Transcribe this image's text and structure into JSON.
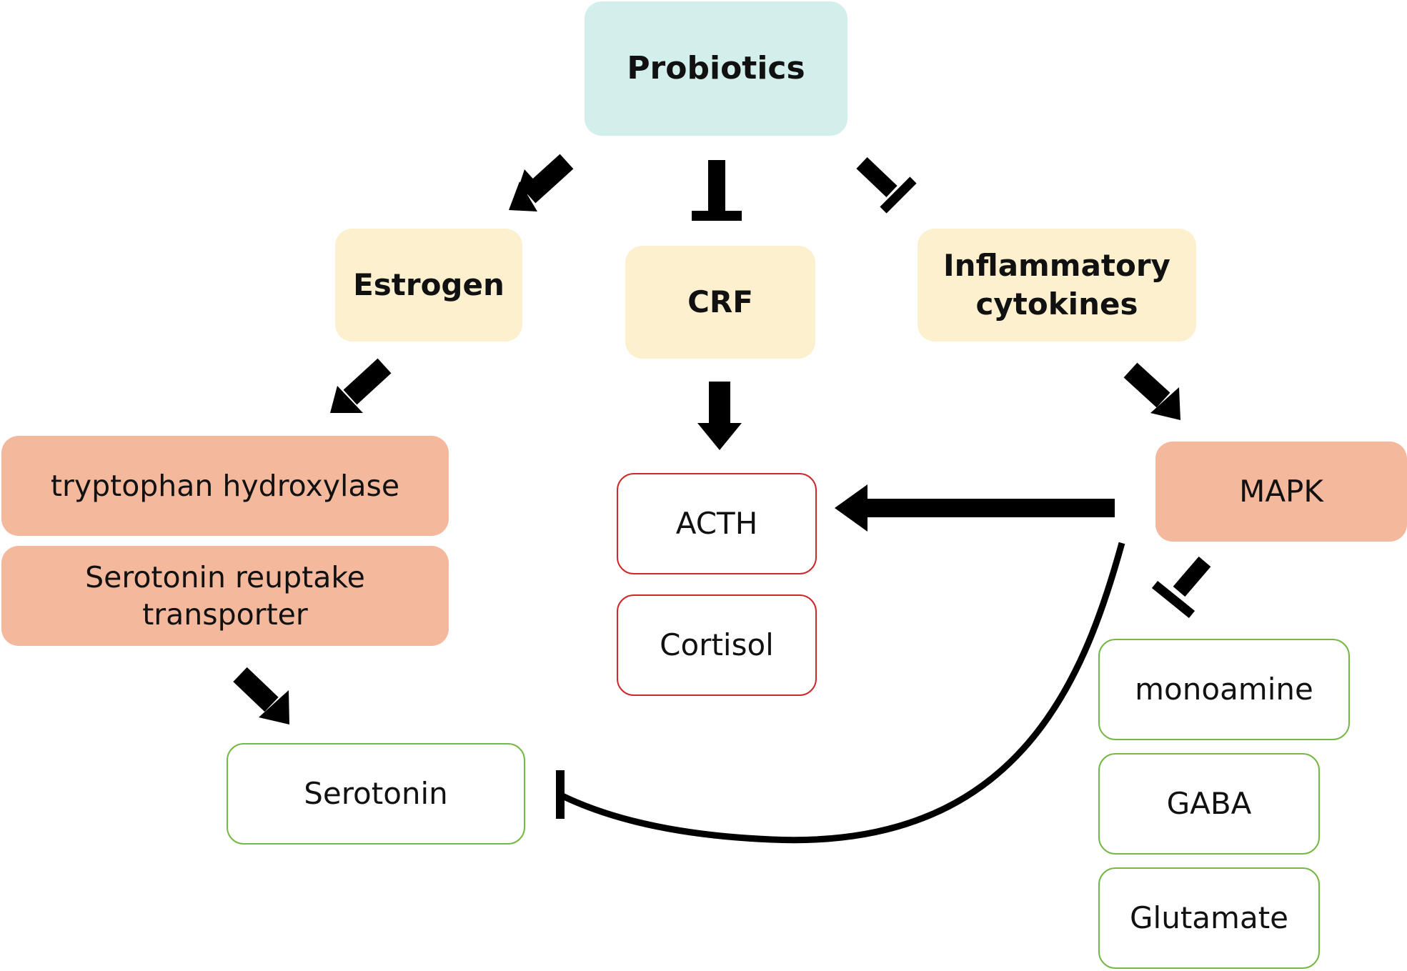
{
  "nodes": {
    "probiotics": "Probiotics",
    "estrogen": "Estrogen",
    "crf": "CRF",
    "inflammatory_cytokines": "Inflammatory cytokines",
    "tryptophan_hydroxylase": "tryptophan hydroxylase",
    "serotonin_reuptake_transporter": "Serotonin reuptake transporter",
    "acth": "ACTH",
    "cortisol": "Cortisol",
    "mapk": "MAPK",
    "serotonin": "Serotonin",
    "monoamine": "monoamine",
    "gaba": "GABA",
    "glutamate": "Glutamate"
  },
  "colors": {
    "teal_fill": "#d3efec",
    "yellow_fill": "#fdf0cf",
    "salmon_fill": "#f4b89c",
    "red_outline": "#cc2a2a",
    "green_outline": "#74b845",
    "edge": "#000000"
  },
  "edges": [
    {
      "from": "probiotics",
      "to": "estrogen",
      "type": "activation"
    },
    {
      "from": "probiotics",
      "to": "crf",
      "type": "inhibition"
    },
    {
      "from": "probiotics",
      "to": "inflammatory_cytokines",
      "type": "inhibition"
    },
    {
      "from": "estrogen",
      "to": "tryptophan_hydroxylase",
      "type": "activation"
    },
    {
      "from": "crf",
      "to": "acth",
      "type": "activation"
    },
    {
      "from": "inflammatory_cytokines",
      "to": "mapk",
      "type": "activation"
    },
    {
      "from": "mapk",
      "to": "acth",
      "type": "activation"
    },
    {
      "from": "mapk",
      "to": "monoamine",
      "type": "inhibition"
    },
    {
      "from": "serotonin_reuptake_transporter",
      "to": "serotonin",
      "type": "activation"
    },
    {
      "from": "mapk",
      "to": "serotonin",
      "type": "inhibition"
    }
  ]
}
